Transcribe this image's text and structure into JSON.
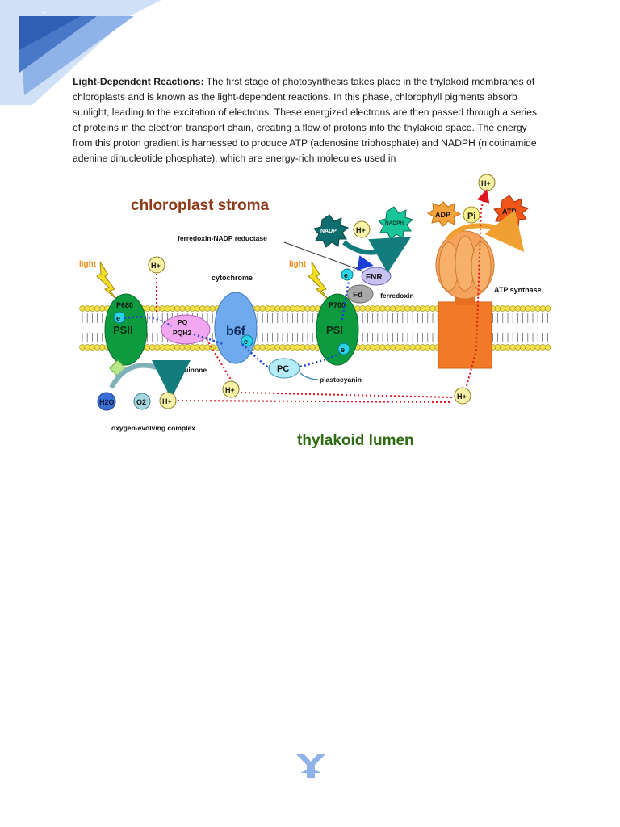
{
  "header": {
    "page_number": "1"
  },
  "paragraph": {
    "heading": "Light-Dependent Reactions:",
    "body": " The first stage of photosynthesis takes place in the thylakoid membranes of chloroplasts and is known as the light-dependent reactions. In this phase, chlorophyll pigments absorb sunlight, leading to the excitation of electrons. These energized electrons are then passed through a series of proteins in the electron transport chain, creating a flow of protons into the thylakoid space. The energy from this proton gradient is harnessed to produce ATP (adenosine triphosphate) and NADPH (nicotinamide adenine dinucleotide phosphate), which are energy-rich molecules used in"
  },
  "diagram": {
    "stroma_title": "chloroplast stroma",
    "lumen_title": "thylakoid lumen",
    "light_left": "light",
    "light_right": "light",
    "p680": "P680",
    "psii": "PSII",
    "p700": "P700",
    "psi": "PSI",
    "cytochrome": "cytochrome",
    "b6f": "b6f",
    "pq": "PQ",
    "pqh2": "PQH2",
    "plastoquinone": "plastoquinone",
    "pc": "PC",
    "plastocyanin": "plastocyanin",
    "fd": "Fd",
    "ferredoxin": "– ferredoxin",
    "fnr": "FNR",
    "fnr_label": "ferredoxin-NADP reductase",
    "nadp": "NADP",
    "nadph": "NADPH",
    "adp": "ADP",
    "pi": "Pi",
    "atp": "ATP",
    "atp_synthase": "ATP synthase",
    "h2o": "H2O",
    "o2": "O2",
    "oec": "oxygen-evolving complex",
    "hplus": "H+",
    "electron": "e",
    "colors": {
      "stroma_title": "#8b3a1a",
      "lumen_title": "#2e6b12",
      "membrane_head": "#f3e24a",
      "protein_green": "#0e9a3e",
      "cyt_blue": "#6fa9ee",
      "atp_orange": "#f39a45",
      "proton_path": "#e0141e",
      "electron_path": "#1c3fd6",
      "accent_blue": "#4a86d6"
    }
  }
}
